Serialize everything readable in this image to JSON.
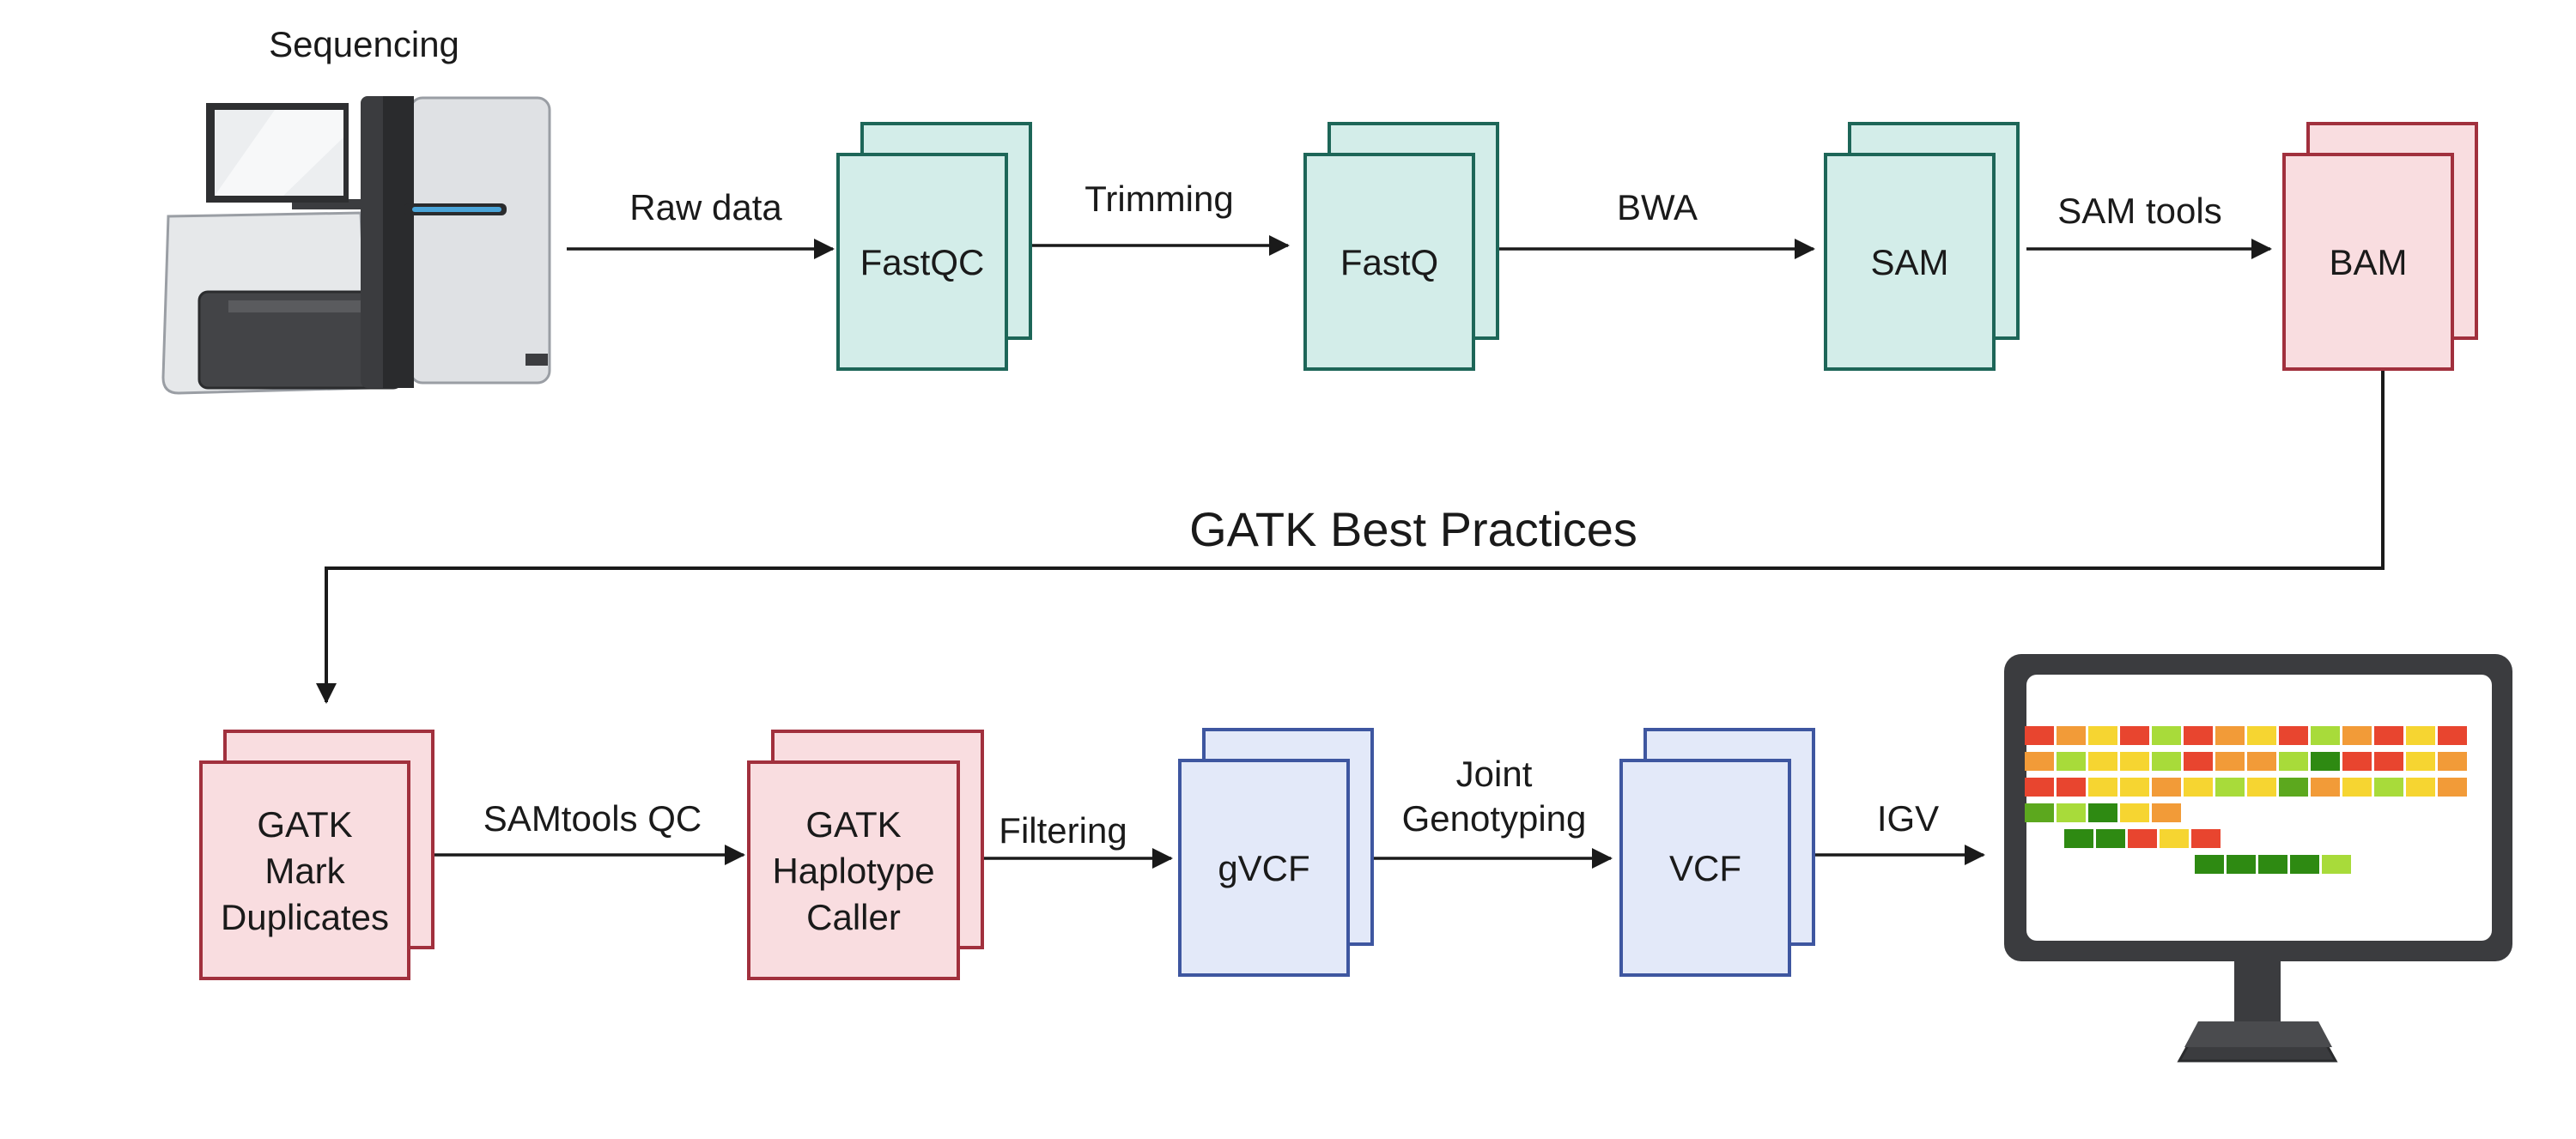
{
  "sequencer": {
    "label": "Sequencing",
    "icon": "sequencer-machine-icon"
  },
  "title": "GATK Best Practices",
  "nodes": {
    "fastqc": {
      "lines": [
        "FastQC"
      ],
      "theme": "teal"
    },
    "fastq": {
      "lines": [
        "FastQ"
      ],
      "theme": "teal"
    },
    "sam": {
      "lines": [
        "SAM"
      ],
      "theme": "teal"
    },
    "bam": {
      "lines": [
        "BAM"
      ],
      "theme": "red"
    },
    "mark_duplicates": {
      "lines": [
        "GATK",
        "Mark",
        "Duplicates"
      ],
      "theme": "red"
    },
    "haplotype_caller": {
      "lines": [
        "GATK",
        "Haplotype",
        "Caller"
      ],
      "theme": "red"
    },
    "gvcf": {
      "lines": [
        "gVCF"
      ],
      "theme": "blue"
    },
    "vcf": {
      "lines": [
        "VCF"
      ],
      "theme": "blue"
    }
  },
  "edges": {
    "raw_data": {
      "lines": [
        "Raw data"
      ]
    },
    "trimming": {
      "lines": [
        "Trimming"
      ]
    },
    "bwa": {
      "lines": [
        "BWA"
      ]
    },
    "sam_tools": {
      "lines": [
        "SAM tools"
      ]
    },
    "samtools_qc": {
      "lines": [
        "SAMtools QC"
      ]
    },
    "filtering": {
      "lines": [
        "Filtering"
      ]
    },
    "joint_genotyping": {
      "lines": [
        "Joint",
        "Genotyping"
      ]
    },
    "igv": {
      "lines": [
        "IGV"
      ]
    }
  },
  "monitor": {
    "icon": "igv-monitor-icon"
  },
  "themes": {
    "teal": {
      "fill": "#d3ede9",
      "stroke": "#1d6658"
    },
    "red": {
      "fill": "#f9dde0",
      "stroke": "#a1303d"
    },
    "blue": {
      "fill": "#e3e9f9",
      "stroke": "#3e56a0"
    }
  },
  "colors": {
    "arrow": "#1a1a1a",
    "track_palette": [
      "#e8452f",
      "#f29b38",
      "#f6d531",
      "#a8db3a",
      "#2e8a12",
      "#5ca81e"
    ]
  }
}
